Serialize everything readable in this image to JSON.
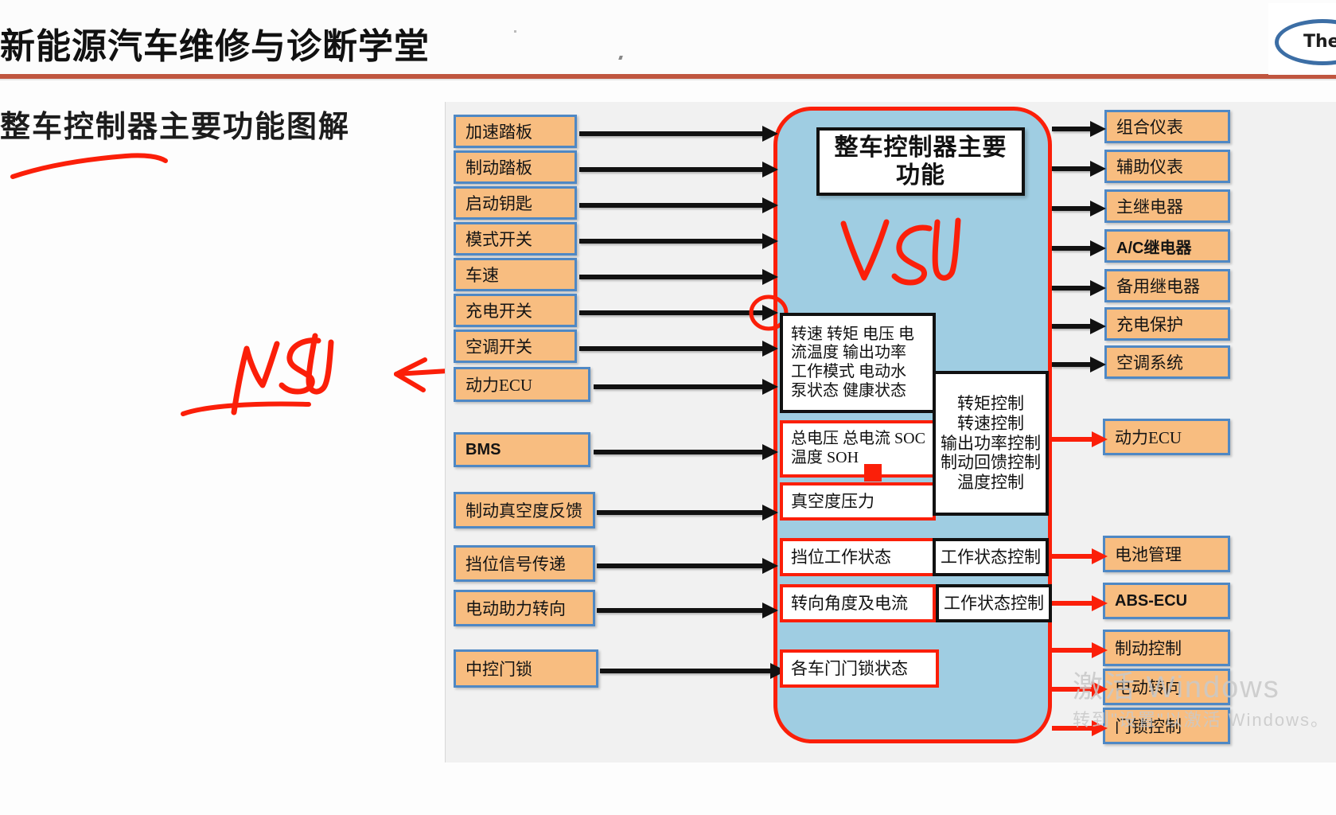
{
  "header": {
    "title": "新能源汽车维修与诊断学堂",
    "logo_text": "The",
    "accent_color": "#c0563f"
  },
  "left_panel": {
    "title": "整车控制器主要功能图解",
    "annotations": [
      {
        "name": "title-underline",
        "type": "ink-stroke",
        "color": "#fb1f09"
      },
      {
        "name": "mcu-handwriting",
        "text": "MCU",
        "color": "#fb1f09"
      },
      {
        "name": "pointer-arrow",
        "type": "ink-arrow",
        "color": "#fb1f09"
      }
    ]
  },
  "diagram": {
    "center": {
      "title": "整车控制器主要\n功能",
      "handwriting": "VCU",
      "body_color": "#9fcde2",
      "border_color": "#fb1f09"
    },
    "inputs": [
      {
        "label": "加速踏板"
      },
      {
        "label": "制动踏板"
      },
      {
        "label": "启动钥匙"
      },
      {
        "label": "模式开关"
      },
      {
        "label": "车速"
      },
      {
        "label": "充电开关"
      },
      {
        "label": "空调开关"
      },
      {
        "label": "动力ECU",
        "underlined": true
      },
      {
        "label": "BMS",
        "latin": true
      },
      {
        "label": "制动真空度反馈"
      },
      {
        "label": "挡位信号传递"
      },
      {
        "label": "电动助力转向"
      },
      {
        "label": "中控门锁"
      }
    ],
    "signal_boxes": [
      {
        "label": "转速 转矩 电压 电\n流温度 输出功率\n工作模式  电动水\n泵状态 健康状态",
        "style": "black"
      },
      {
        "label": "总电压 总电流 SOC\n温度  SOH",
        "style": "red"
      },
      {
        "label": "真空度压力",
        "style": "red"
      },
      {
        "label": "挡位工作状态",
        "style": "red"
      },
      {
        "label": "转向角度及电流",
        "style": "red"
      },
      {
        "label": "各车门门锁状态",
        "style": "red"
      }
    ],
    "control_boxes": [
      {
        "label": "转矩控制\n转速控制\n输出功率控制\n制动回馈控制\n温度控制",
        "style": "black"
      },
      {
        "label": "工作状态控制",
        "style": "black"
      },
      {
        "label": "工作状态控制",
        "style": "black"
      }
    ],
    "outputs_black": [
      {
        "label": "组合仪表"
      },
      {
        "label": "辅助仪表"
      },
      {
        "label": "主继电器"
      },
      {
        "label": "A/C继电器"
      },
      {
        "label": "备用继电器"
      },
      {
        "label": "充电保护"
      },
      {
        "label": "空调系统"
      }
    ],
    "outputs_red": [
      {
        "label": "动力ECU"
      },
      {
        "label": "电池管理"
      },
      {
        "label": "ABS-ECU",
        "latin": true
      },
      {
        "label": "制动控制"
      },
      {
        "label": "电动转向"
      },
      {
        "label": "门锁控制"
      }
    ],
    "markers": [
      {
        "name": "charge-switch-circle",
        "type": "ink-circle",
        "color": "#fb1f09"
      },
      {
        "name": "soh-red-square",
        "type": "filled-square",
        "color": "#fb1f09"
      }
    ]
  },
  "watermark": {
    "line1": "激活 Windows",
    "line2": "转到\"设置\"以激活 Windows。"
  }
}
